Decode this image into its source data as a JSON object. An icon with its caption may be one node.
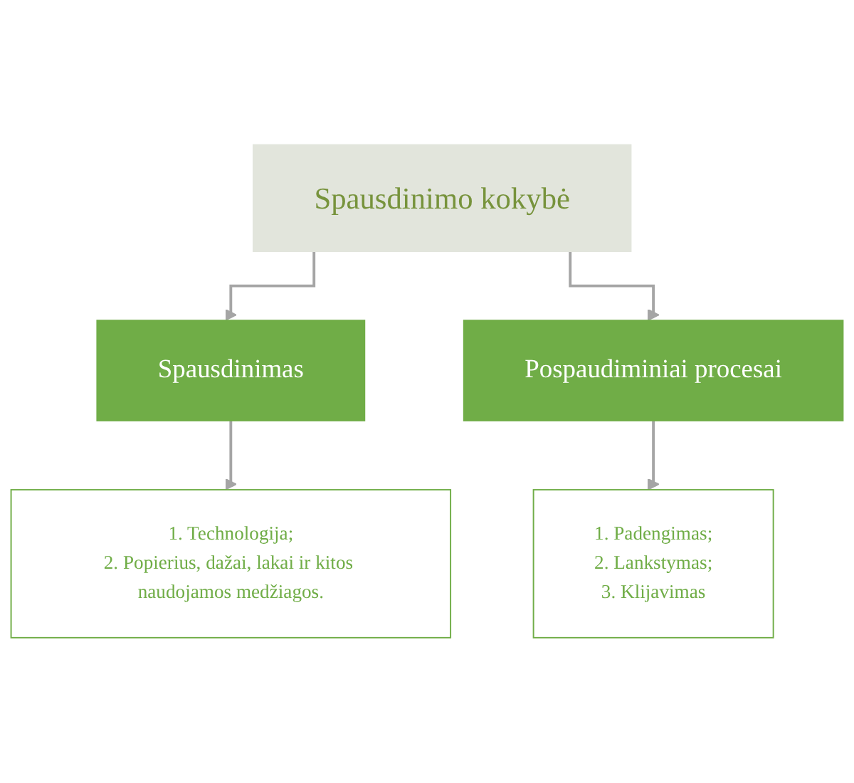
{
  "diagram": {
    "nodes": [
      {
        "text": [
          "Spausdinimo kokybė"
        ]
      },
      {
        "text": [
          "Spausdinimas"
        ]
      },
      {
        "text": [
          "Pospaudiminiai procesai"
        ]
      },
      {
        "text": [
          "1. Technologija;",
          "2. Popierius, dažai, lakai ir kitos naudojamos medžiagos."
        ]
      },
      {
        "text": [
          "1. Padengimas;",
          "2. Lankstymas;",
          "3. Klijavimas"
        ]
      }
    ],
    "edges": [
      {
        "from": 0,
        "to": 1,
        "arrow": "to"
      },
      {
        "from": 0,
        "to": 2,
        "arrow": "to"
      },
      {
        "from": 1,
        "to": 3,
        "arrow": "to"
      },
      {
        "from": 2,
        "to": 4,
        "arrow": "to"
      }
    ]
  }
}
